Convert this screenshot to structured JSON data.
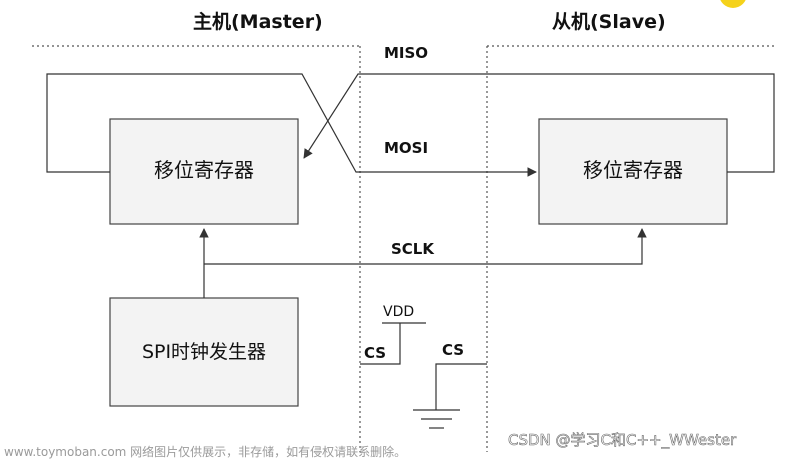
{
  "master": {
    "title": "主机(Master)",
    "shift_register_label": "移位寄存器",
    "clock_generator_label": "SPI时钟发生器",
    "cs_label": "CS",
    "vdd_label": "VDD"
  },
  "slave": {
    "title": "从机(Slave)",
    "shift_register_label": "移位寄存器",
    "cs_label": "CS"
  },
  "signals": {
    "miso": "MISO",
    "mosi": "MOSI",
    "sclk": "SCLK"
  },
  "watermarks": {
    "left": "www.toymoban.com 网络图片仅供展示，非存储，如有侵权请联系删除。",
    "right": "CSDN @学习C和C++_WWester"
  },
  "colors": {
    "accent_circle": "#f5d21b",
    "box_fill": "#f3f3f3",
    "line": "#333333"
  }
}
